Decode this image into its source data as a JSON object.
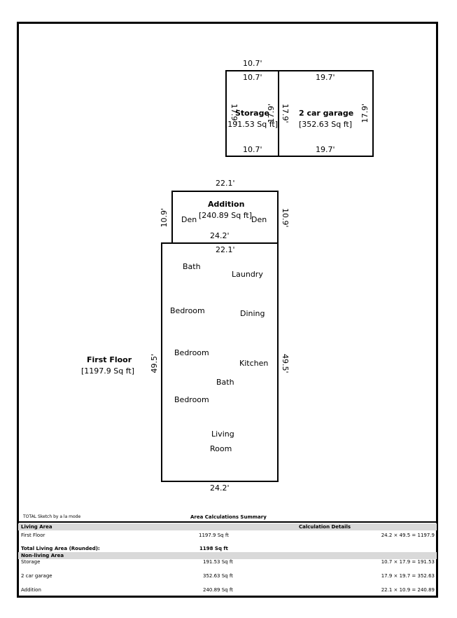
{
  "sketch": {
    "storage": {
      "name": "Storage",
      "area": "[191.53 Sq ft]",
      "dim_top_outer": "10.7'",
      "dim_top": "10.7'",
      "dim_bottom": "10.7'",
      "dim_left": "17.9'",
      "dim_right": "17.9'"
    },
    "garage": {
      "name": "2 car garage",
      "area": "[352.63 Sq ft]",
      "dim_top": "19.7'",
      "dim_bottom": "19.7'",
      "dim_right": "17.9'"
    },
    "addition": {
      "name": "Addition",
      "area": "[240.89 Sq ft]",
      "dim_top": "22.1'",
      "dim_bottom": "24.2'",
      "dim_left": "10.9'",
      "dim_right": "10.9'",
      "rooms": [
        "Den",
        "Den"
      ]
    },
    "first_floor": {
      "name": "First Floor",
      "area": "[1197.9 Sq ft]",
      "dim_top": "22.1'",
      "dim_bottom": "24.2'",
      "dim_left": "49.5'",
      "dim_right": "49.5'",
      "rooms": [
        "Bath",
        "Laundry",
        "Bedroom",
        "Dining",
        "Bedroom",
        "Kitchen",
        "Bath",
        "Bedroom",
        "Living",
        "Room"
      ]
    }
  },
  "footer": {
    "credit": "TOTAL Sketch by a la mode",
    "title": "Area Calculations Summary"
  },
  "table": {
    "living_header": "Living Area",
    "calc_header": "Calculation Details",
    "living_rows": [
      {
        "name": "First Floor",
        "area": "1197.9 Sq ft",
        "calc": "24.2 × 49.5 = 1197.9"
      }
    ],
    "total_label": "Total Living Area (Rounded):",
    "total_value": "1198 Sq ft",
    "nonliving_header": "Non-living Area",
    "nonliving_rows": [
      {
        "name": "Storage",
        "area": "191.53 Sq ft",
        "calc": "10.7 × 17.9 = 191.53"
      },
      {
        "name": "2 car garage",
        "area": "352.63 Sq ft",
        "calc": "17.9 × 19.7 = 352.63"
      },
      {
        "name": "Addition",
        "area": "240.89 Sq ft",
        "calc": "22.1 × 10.9 = 240.89"
      }
    ]
  }
}
